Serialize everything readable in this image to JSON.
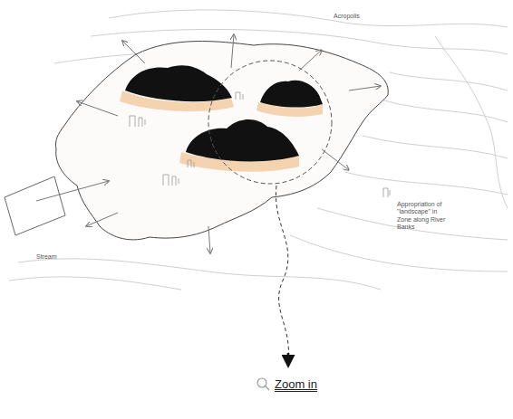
{
  "diagram": {
    "labels": [
      "Acropolis",
      "Appropriation of \"landscape\" in Zone along River Banks",
      "Stream",
      "Zoom in"
    ]
  }
}
